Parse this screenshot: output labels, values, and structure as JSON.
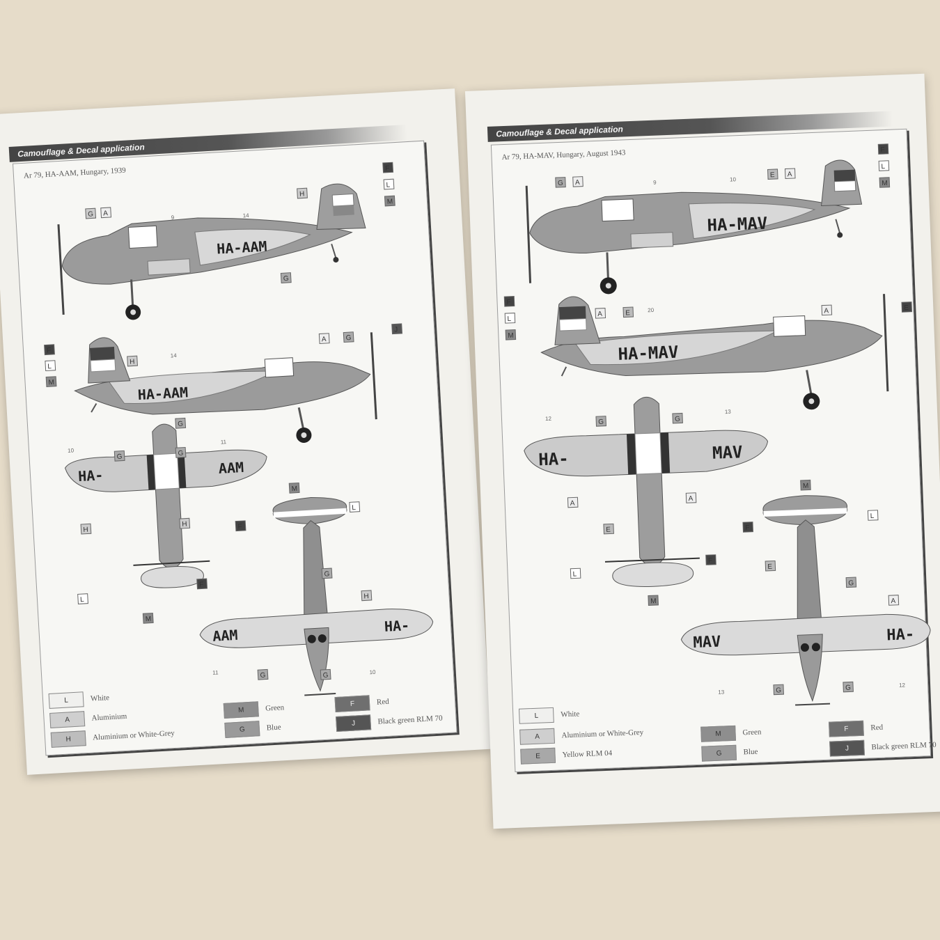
{
  "left_page": {
    "header": "Camouflage & Decal application",
    "subtitle": "Ar 79, HA-AAM, Hungary, 1939",
    "registration": {
      "side_top": "HA-AAM",
      "side_bottom": "HA-AAM",
      "wing_left": "HA-",
      "wing_right": "AAM",
      "under_left": "AAM",
      "under_right": "HA-"
    },
    "callouts": {
      "side1": [
        "G",
        "A",
        "H",
        "F",
        "L",
        "M",
        "G"
      ],
      "side1_nums": [
        "9",
        "14"
      ],
      "side2": [
        "F",
        "L",
        "M",
        "H",
        "A",
        "G",
        "J",
        "G"
      ],
      "side2_nums": [
        "14"
      ],
      "top": [
        "G",
        "G",
        "H",
        "H",
        "L",
        "F",
        "M"
      ],
      "top_nums": [
        "10",
        "11"
      ],
      "bottom": [
        "M",
        "L",
        "F",
        "G",
        "H",
        "G",
        "G"
      ],
      "bottom_nums": [
        "11",
        "10"
      ]
    },
    "legend": [
      {
        "code": "L",
        "label": "White",
        "color": "#f0f0ee"
      },
      {
        "code": "A",
        "label": "Aluminium",
        "color": "#cfcfcf"
      },
      {
        "code": "H",
        "label": "Aluminium or White-Grey",
        "color": "#bdbdbd"
      },
      {
        "code": "M",
        "label": "Green",
        "color": "#8e8e8e"
      },
      {
        "code": "G",
        "label": "Blue",
        "color": "#9a9a9a"
      },
      {
        "code": "F",
        "label": "Red",
        "color": "#6f6f6f"
      },
      {
        "code": "J",
        "label": "Black green RLM 70",
        "color": "#555555"
      }
    ]
  },
  "right_page": {
    "header": "Camouflage & Decal application",
    "subtitle": "Ar 79, HA-MAV, Hungary, August 1943",
    "registration": {
      "side_top": "HA-MAV",
      "side_bottom": "HA-MAV",
      "wing_left": "HA-",
      "wing_right": "MAV",
      "under_left": "MAV",
      "under_right": "HA-"
    },
    "callouts": {
      "side1": [
        "G",
        "A",
        "E",
        "A",
        "F",
        "L",
        "M"
      ],
      "side1_nums": [
        "9",
        "10"
      ],
      "side2": [
        "F",
        "L",
        "M",
        "A",
        "E",
        "A",
        "E"
      ],
      "side2_nums": [
        "20"
      ],
      "top": [
        "G",
        "G",
        "A",
        "A",
        "E",
        "L",
        "F",
        "M"
      ],
      "top_nums": [
        "12",
        "13"
      ],
      "bottom": [
        "M",
        "F",
        "L",
        "E",
        "G",
        "A",
        "G",
        "G"
      ],
      "bottom_nums": [
        "13",
        "12"
      ]
    },
    "legend": [
      {
        "code": "L",
        "label": "White",
        "color": "#f0f0ee"
      },
      {
        "code": "A",
        "label": "Aluminium or White-Grey",
        "color": "#cfcfcf"
      },
      {
        "code": "E",
        "label": "Yellow RLM 04",
        "color": "#a8a8a8"
      },
      {
        "code": "M",
        "label": "Green",
        "color": "#8e8e8e"
      },
      {
        "code": "G",
        "label": "Blue",
        "color": "#9a9a9a"
      },
      {
        "code": "F",
        "label": "Red",
        "color": "#6f6f6f"
      },
      {
        "code": "J",
        "label": "Black green RLM 70",
        "color": "#555555"
      }
    ]
  }
}
